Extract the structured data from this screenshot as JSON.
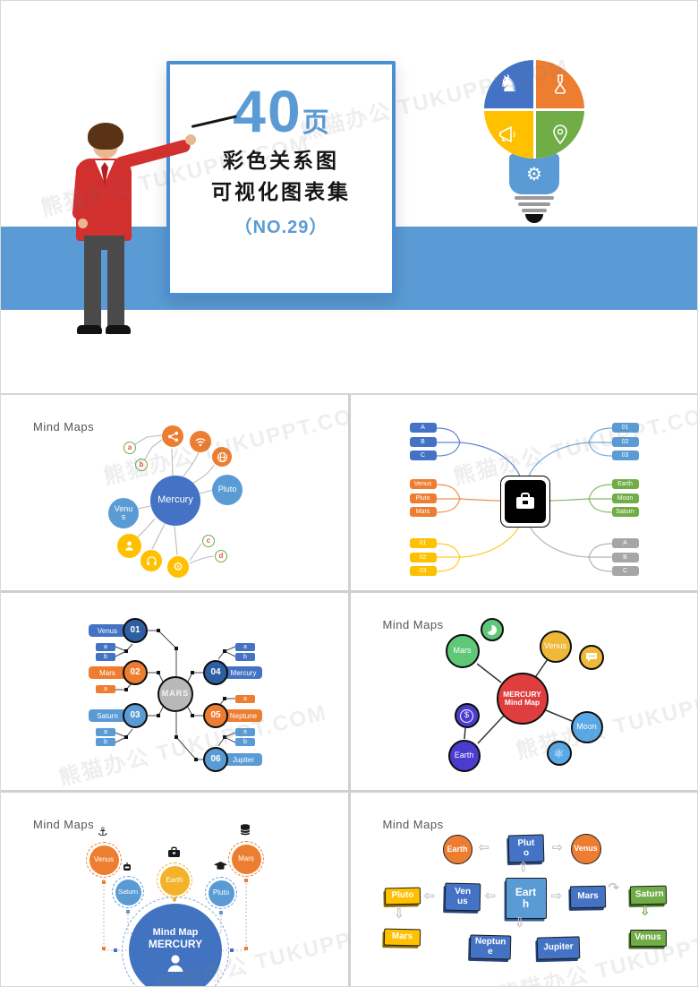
{
  "watermark": "熊猫办公 TUKUPPT.COM",
  "colors": {
    "accent": "#5b9bd5",
    "band": "#5b9bd5",
    "dark_blue": "#4472c4",
    "light_blue": "#5b9bd5",
    "orange": "#ed7d31",
    "yellow": "#ffc000",
    "green": "#70ad47",
    "gray": "#a6a6a6",
    "red": "#e03e3e"
  },
  "glyphs": {
    "knight": "♞",
    "gear": "⚙",
    "anchor": "⚓",
    "atom": "⚛",
    "dollar": "$",
    "arrow_left": "⇦",
    "arrow_right": "⇨",
    "arrow_up": "⇧",
    "arrow_down": "⇩",
    "arrow_curve": "↷"
  },
  "cover": {
    "pages_number": "40",
    "pages_unit": "页",
    "title_line1": "彩色关系图",
    "title_line2": "可视化图表集",
    "subtitle": "（NO.29）"
  },
  "slides": {
    "s1": {
      "title": "Mind Maps",
      "center": "Mercury",
      "venus": "Venus",
      "pluto": "Pluto",
      "a": "a",
      "b": "b",
      "c": "c",
      "d": "d"
    },
    "s2": {
      "tl": [
        "A",
        "B",
        "C"
      ],
      "tr": [
        "01",
        "02",
        "03"
      ],
      "ml": [
        "Venus",
        "Pluto",
        "Mars"
      ],
      "mr": [
        "Earth",
        "Moon",
        "Saturn"
      ],
      "bl": [
        "01",
        "02",
        "03"
      ],
      "br": [
        "A",
        "B",
        "C"
      ]
    },
    "s3": {
      "center": "MARS",
      "n1": "01",
      "l1": "Venus",
      "n2": "02",
      "l2": "Mars",
      "n3": "03",
      "l3": "Saturn",
      "n4": "04",
      "l4": "Mercury",
      "n5": "05",
      "l5": "Neptune",
      "n6": "06",
      "l6": "Jupiter",
      "a": "a",
      "b": "b"
    },
    "s4": {
      "title": "Mind Maps",
      "center1": "MERCURY",
      "center2": "Mind Map",
      "mars": "Mars",
      "venus": "Venus",
      "earth": "Earth",
      "moon": "Moon"
    },
    "s5": {
      "title": "Mind Maps",
      "center1": "Mind Map",
      "center2": "MERCURY",
      "venus": "Venus",
      "saturn": "Saturn",
      "earth": "Earth",
      "pluto": "Pluto",
      "mars": "Mars"
    },
    "s6": {
      "title": "Mind Maps",
      "earth_center": "Earth",
      "pluto_top": "Pluto",
      "earth_circle": "Earth",
      "venus_circle": "Venus",
      "venus_left": "Venus",
      "mars_right": "Mars",
      "neptune": "Neptune",
      "jupiter": "Jupiter",
      "pluto_yellow": "Pluto",
      "mars_yellow": "Mars",
      "saturn_green": "Saturn",
      "venus_green": "Venus"
    }
  }
}
